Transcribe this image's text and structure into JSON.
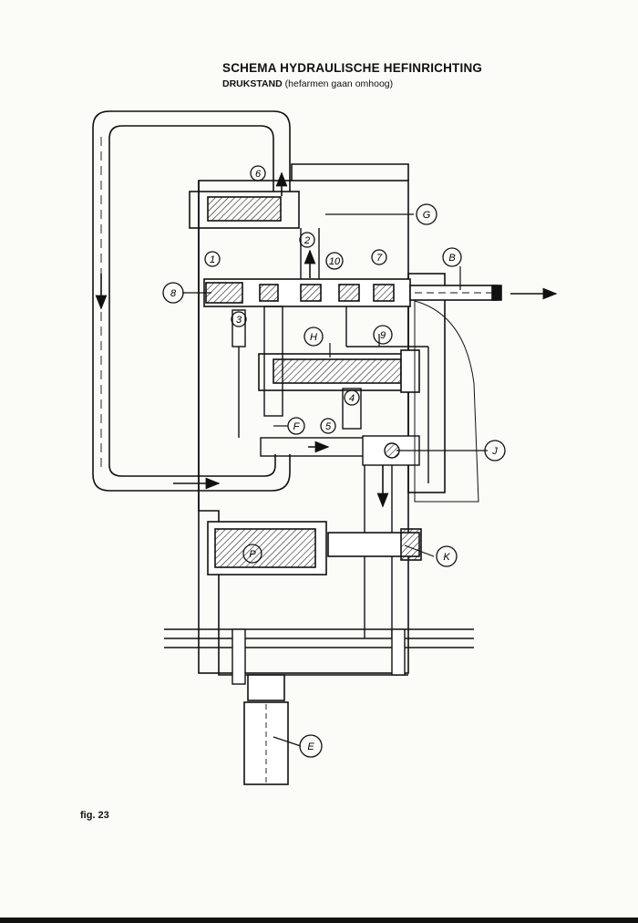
{
  "header": {
    "title": "SCHEMA HYDRAULISCHE HEFINRICHTING",
    "subtitle_main": "DRUKSTAND",
    "subtitle_paren": "(hefarmen gaan omhoog)"
  },
  "figure": {
    "label": "fig. 23"
  },
  "callouts": {
    "six": "6",
    "G": "G",
    "one": "1",
    "two": "2",
    "ten": "10",
    "seven": "7",
    "B": "B",
    "eight": "8",
    "three": "3",
    "nine": "9",
    "H": "H",
    "four": "4",
    "F": "F",
    "five": "5",
    "J": "J",
    "P": "P",
    "K": "K",
    "E": "E"
  }
}
